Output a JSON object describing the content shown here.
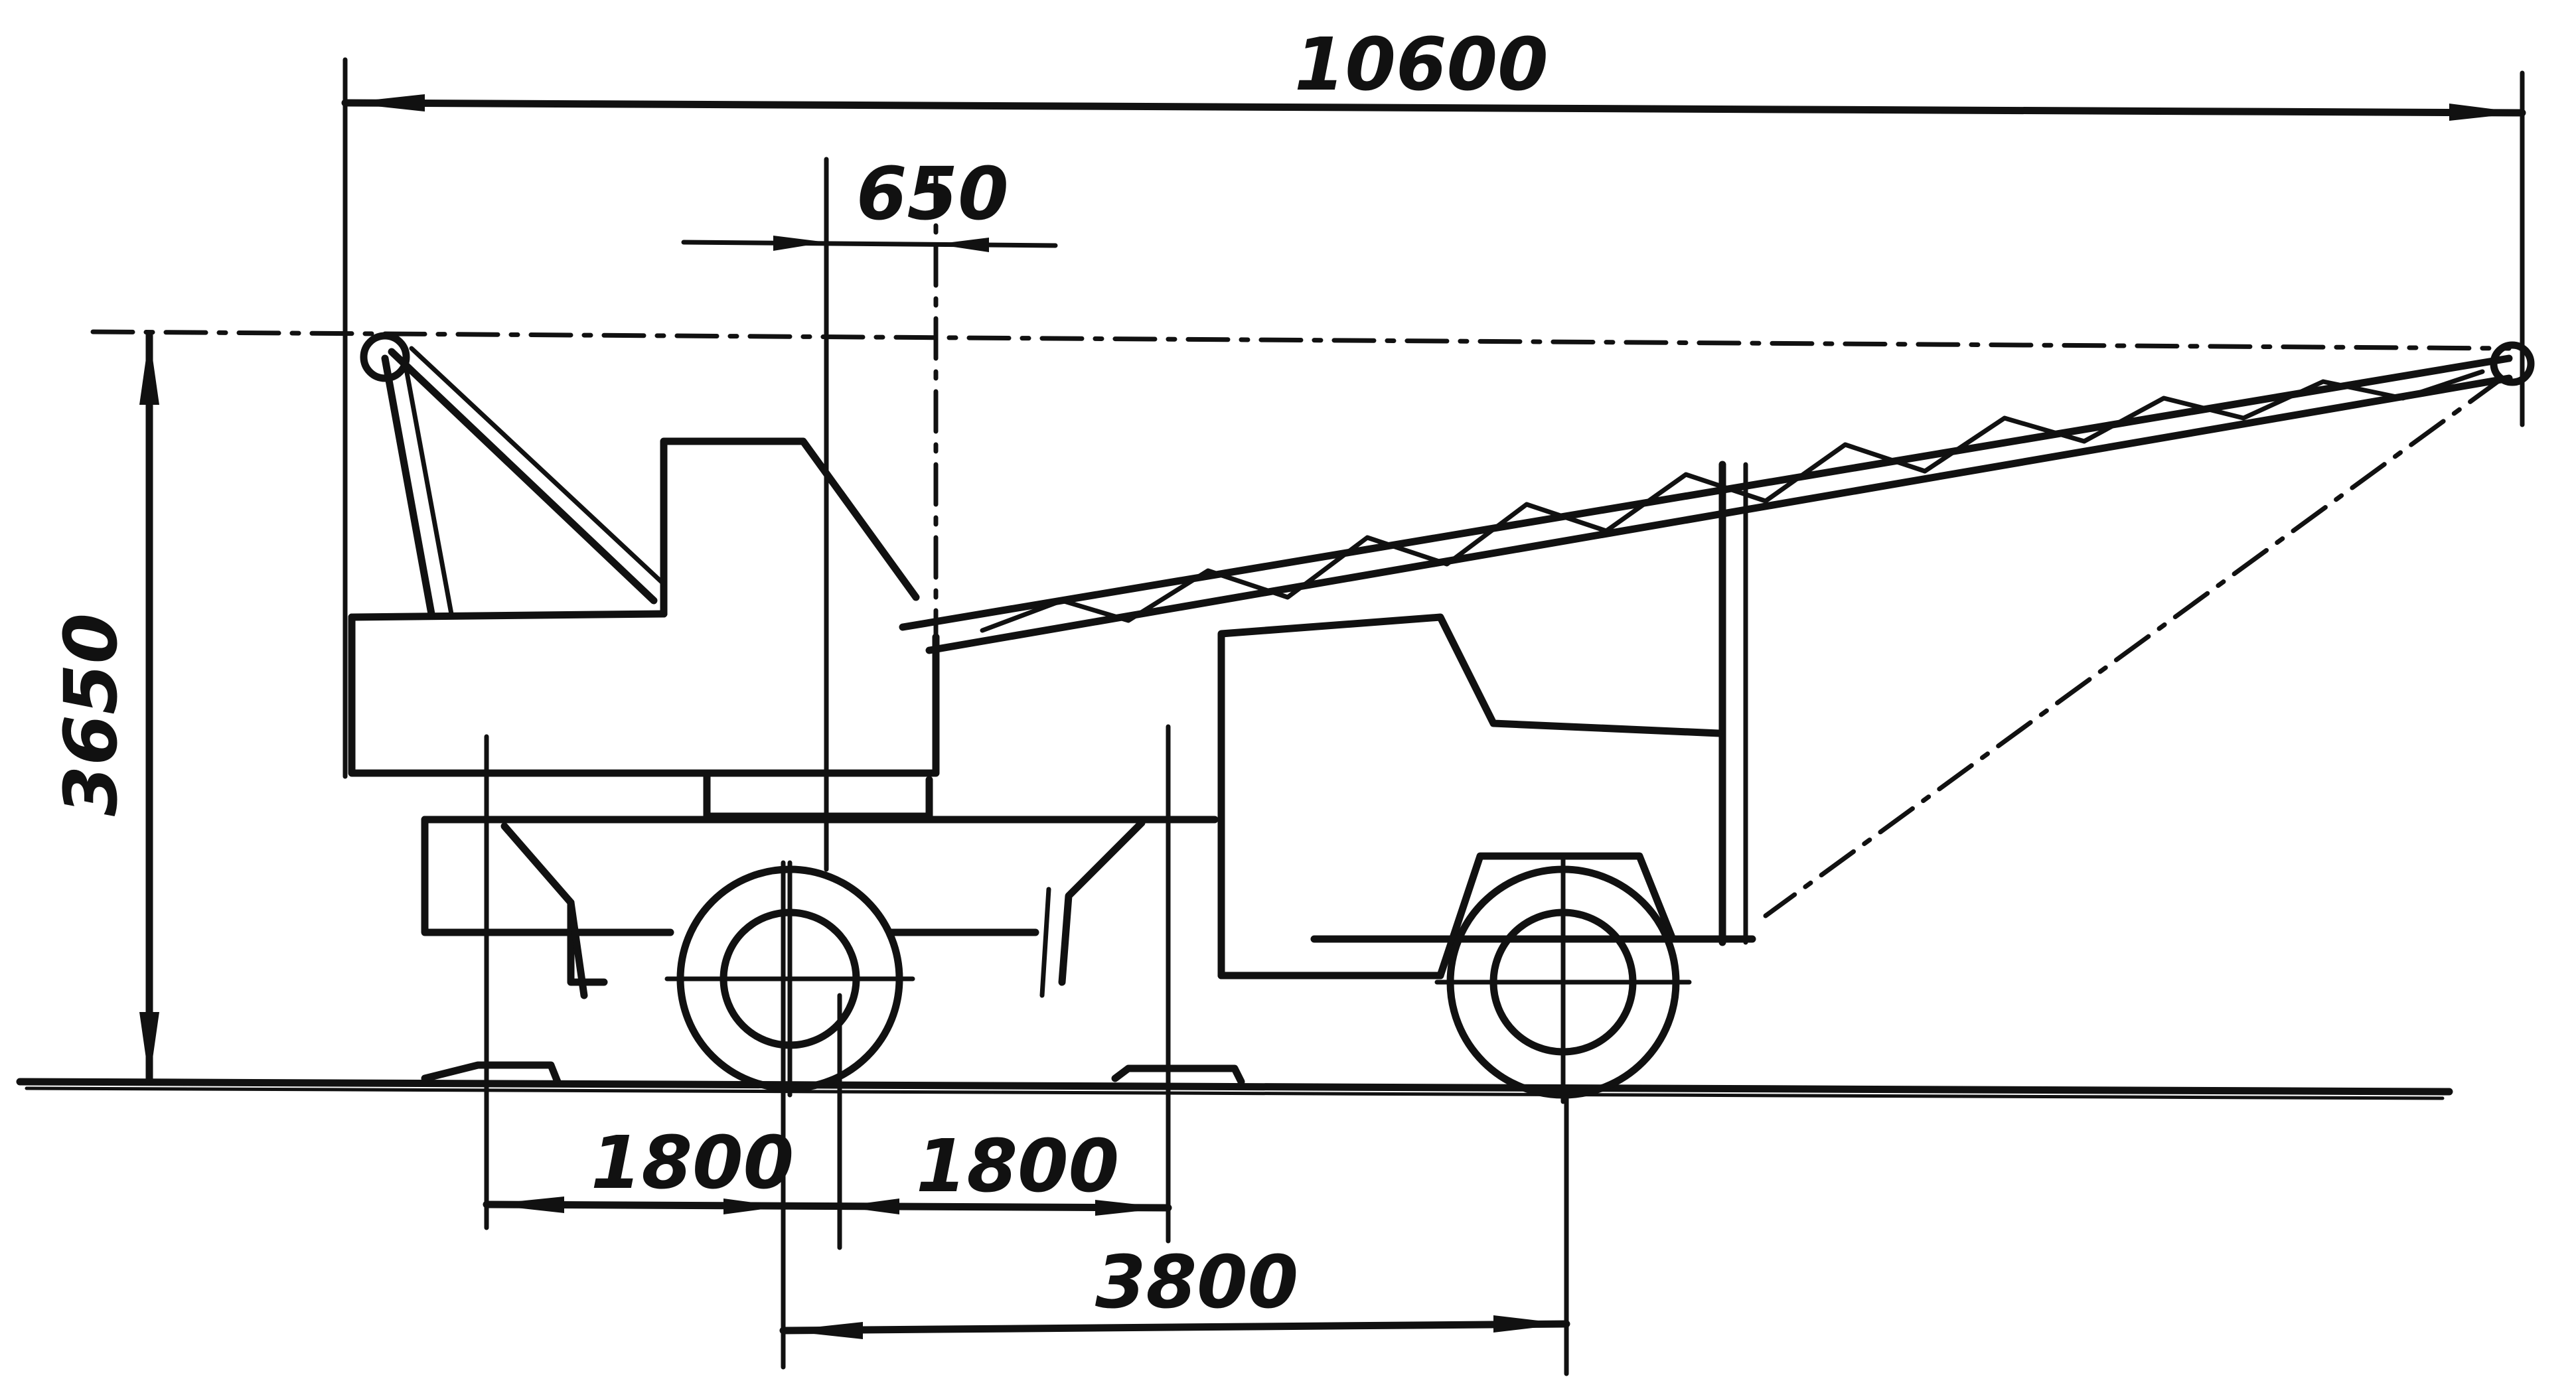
{
  "dimensions": {
    "overall_length": "10600",
    "boom_offset": "650",
    "height": "3650",
    "outrigger_rear": "1800",
    "outrigger_front": "1800",
    "wheelbase": "3800"
  },
  "colors": {
    "ink": "#111111",
    "paper": "#ffffff"
  }
}
